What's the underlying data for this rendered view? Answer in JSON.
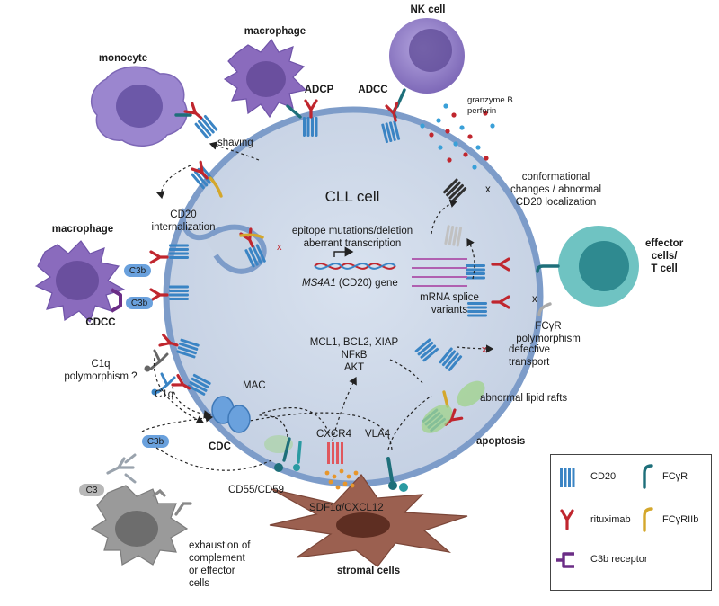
{
  "labels": {
    "cll_cell": "CLL cell",
    "monocyte": "monocyte",
    "macrophage_top": "macrophage",
    "adcp": "ADCP",
    "adcc": "ADCC",
    "nk_cell": "NK cell",
    "granzyme": "granzyme B\nperforin",
    "shaving": "shaving",
    "conformational": "conformational\nchanges / abnormal\nCD20 localization",
    "cd20_internalization": "CD20\ninternalization",
    "epitope": "epitope mutations/deletion\naberrant transcription",
    "gene_italic": "MS4A1",
    "gene_rest": " (CD20) gene",
    "mrna": "mRNA splice\nvariants",
    "effector": "effector\ncells/\nT cell",
    "fcgr_poly": "FCγR\npolymorphism",
    "macrophage_left": "macrophage",
    "cdcc": "CDCC",
    "c3b": "C3b",
    "c1q_poly": "C1q\npolymorphism ?",
    "c1q": "C1q",
    "mac": "MAC",
    "cdc": "CDC",
    "mcl1": "MCL1, BCL2, XIAP\nNFκB\nAKT",
    "defective": "defective\ntransport",
    "lipid": "abnormal lipid rafts",
    "apoptosis": "apoptosis",
    "cxcr4": "CXCR4",
    "vla4": "VLA4",
    "sdf": "SDF1α/CXCL12",
    "cd55": "CD55/CD59",
    "c3": "C3",
    "exhaustion": "exhaustion of\ncomplement\nor effector\ncells",
    "stromal": "stromal cells",
    "x_mark": "x"
  },
  "legend": {
    "cd20": "CD20",
    "fcgr": "FCγR",
    "rituximab": "rituximab",
    "fcgr2b": "FCγRIIb",
    "c3b_receptor": "C3b receptor"
  },
  "colors": {
    "cll_fill": "#c9d4e4",
    "cll_border": "#7d9cc9",
    "cd20": "#3a84c4",
    "rituximab": "#c0262e",
    "fcgr": "#1e6f7a",
    "fcgr2b": "#d4a72c",
    "c3b_receptor": "#6b2d86",
    "macrophage": "#8a6bbd",
    "nk": "#8d79c2",
    "tcell": "#5ab4b4",
    "stromal": "#9b6050",
    "complement": "#6aa1dd",
    "lipid_raft": "#9fd38a"
  }
}
